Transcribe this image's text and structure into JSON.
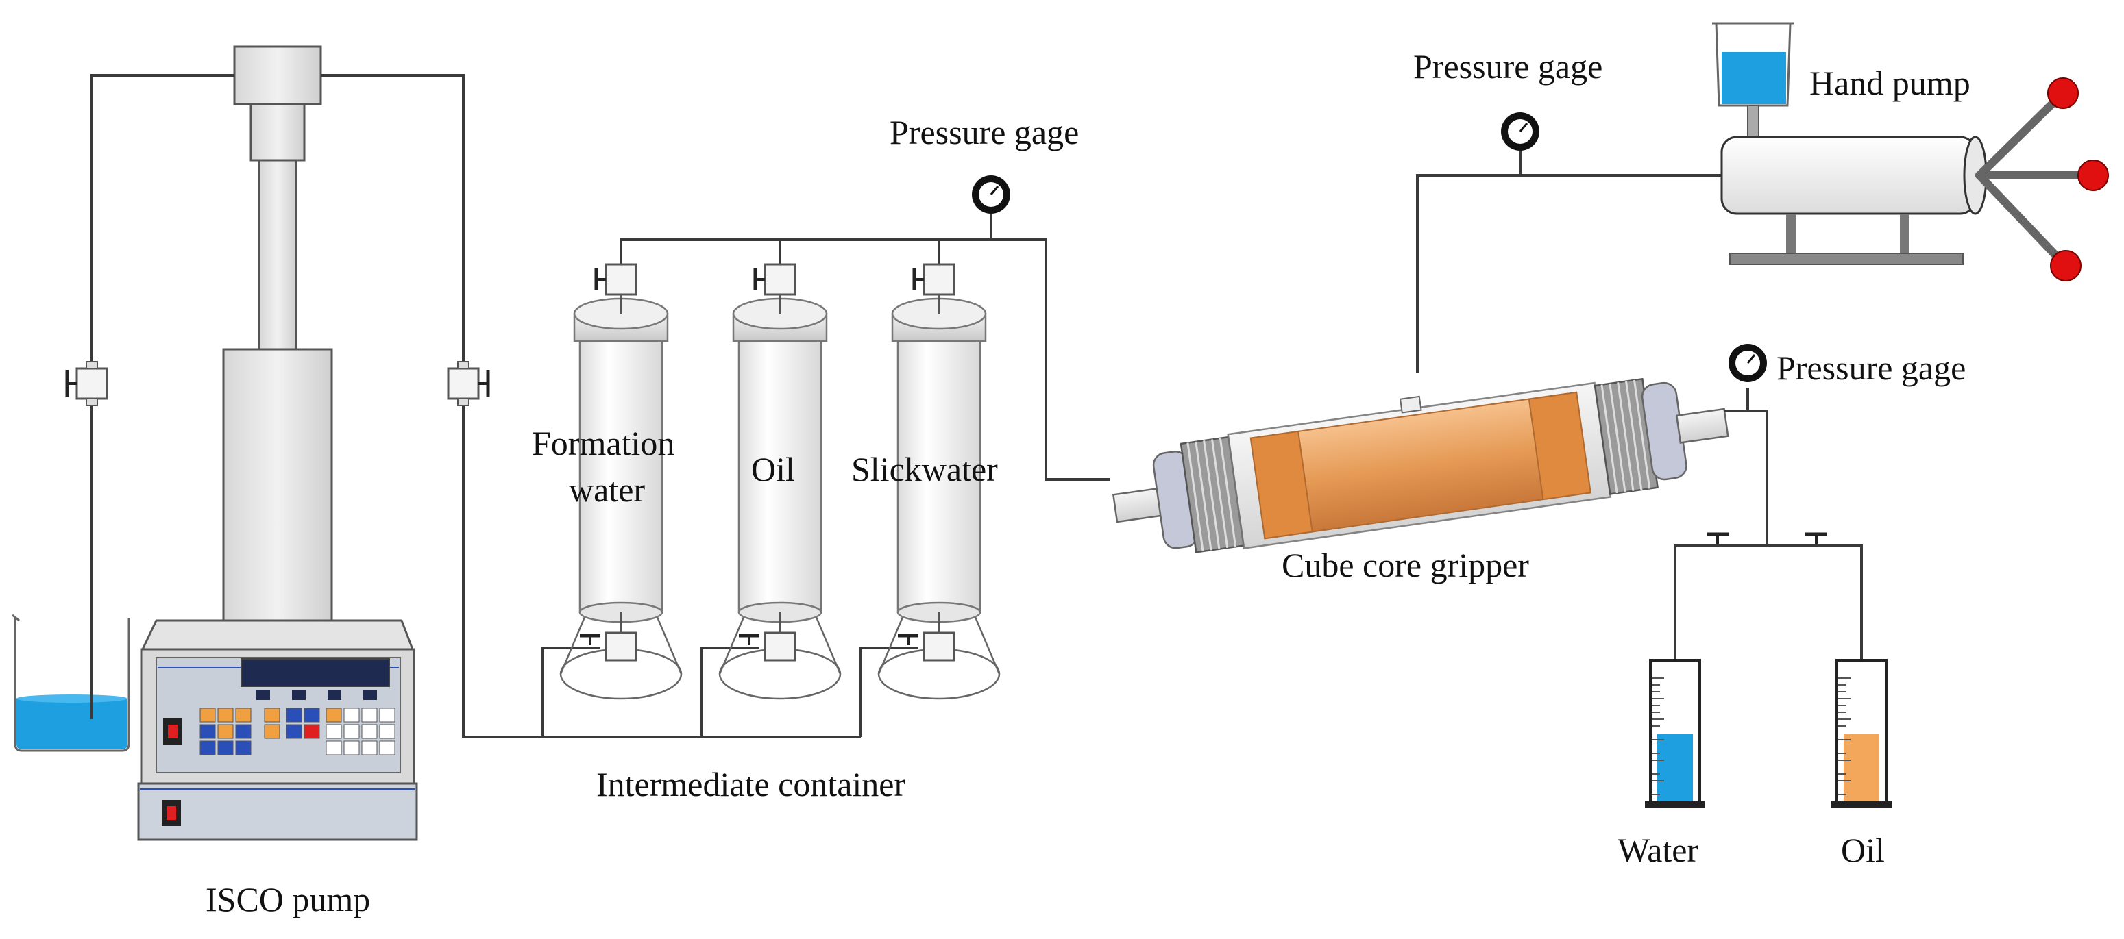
{
  "labels": {
    "isco_pump": "ISCO pump",
    "intermediate_container": "Intermediate container",
    "formation_water_line1": "Formation",
    "formation_water_line2": "water",
    "oil_container": "Oil",
    "slickwater": "Slickwater",
    "pressure_gage_1": "Pressure gage",
    "pressure_gage_2": "Pressure gage",
    "pressure_gage_3": "Pressure gage",
    "hand_pump": "Hand pump",
    "cube_core_gripper": "Cube core gripper",
    "water_cylinder": "Water",
    "oil_cylinder": "Oil"
  },
  "colors": {
    "water_blue": "#1e9fe0",
    "oil_orange": "#f2a75a",
    "core_orange": "#e8a060",
    "handle_red": "#e01010",
    "key_orange": "#f0a040",
    "key_blue": "#2a4fb8",
    "key_red": "#e02020"
  }
}
